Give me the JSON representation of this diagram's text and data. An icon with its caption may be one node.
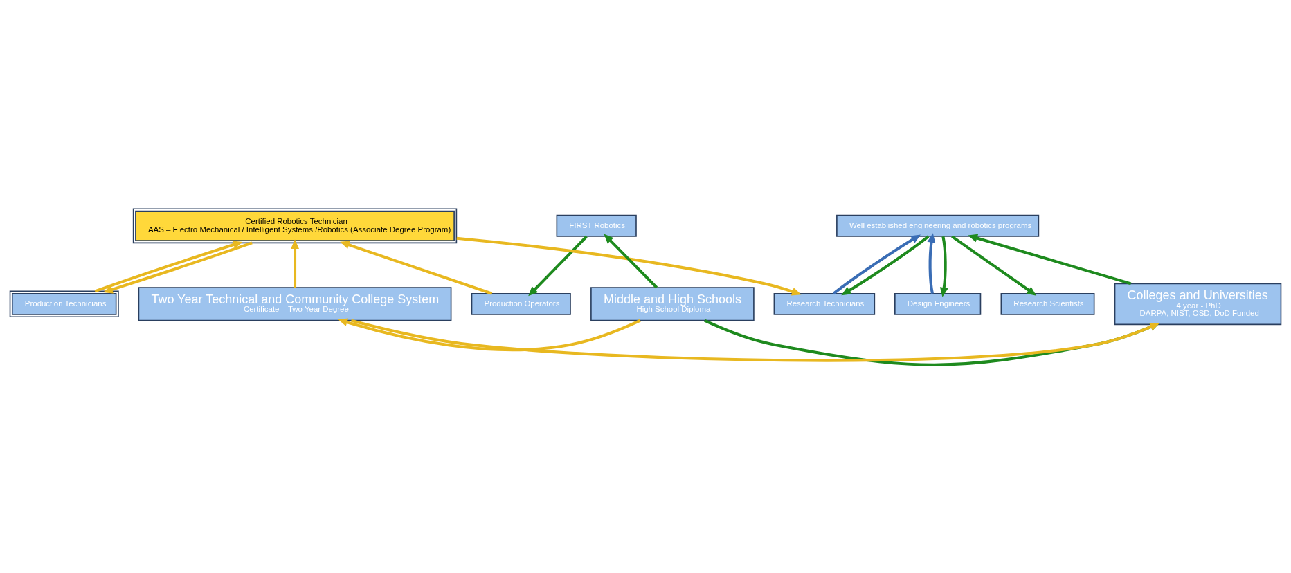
{
  "diagram": {
    "nodes": [
      {
        "text": [
          "Production Operators"
        ]
      },
      {
        "text": [
          "Production Technicians"
        ]
      },
      {
        "text": [
          "Research Technicians"
        ]
      },
      {
        "text": [
          "Design Engineers"
        ]
      },
      {
        "text": [
          "Research Scientists"
        ]
      },
      {
        "text": [
          "FIRST Robotics"
        ]
      },
      {
        "text": [
          "Certified Robotics Technician",
          "AAS – Electro Mechanical / Intelligent Systems /Robotics (Associate Degree Program)"
        ]
      },
      {
        "text": [
          "Well established engineering and robotics programs"
        ]
      },
      {
        "text": [
          "Middle and High Schools",
          "High School Diploma"
        ]
      },
      {
        "text": [
          "Two Year Technical and Community College System",
          "Certificate – Two Year Degree"
        ]
      },
      {
        "text": [
          "Colleges and Universities",
          "4 year - PhD",
          "DARPA, NIST, OSD, DoD Funded"
        ]
      }
    ],
    "edges": [
      {
        "from": 5,
        "to": 0,
        "arrow": "to",
        "color": "#1e8a1e"
      },
      {
        "from": 0,
        "to": 6,
        "arrow": "to",
        "color": "#e8b820"
      },
      {
        "from": 6,
        "to": 1,
        "arrow": "to",
        "color": "#e8b820"
      },
      {
        "from": 1,
        "to": 6,
        "arrow": "to",
        "color": "#e8b820"
      },
      {
        "from": 6,
        "to": 2,
        "arrow": "to",
        "color": "#e8b820"
      },
      {
        "from": 2,
        "to": 7,
        "arrow": "to",
        "color": "#3a6db5"
      },
      {
        "from": 7,
        "to": 2,
        "arrow": "to",
        "color": "#1e8a1e"
      },
      {
        "from": 3,
        "to": 7,
        "arrow": "to",
        "color": "#3a6db5"
      },
      {
        "from": 7,
        "to": 3,
        "arrow": "to",
        "color": "#1e8a1e"
      },
      {
        "from": 7,
        "to": 4,
        "arrow": "to",
        "color": "#1e8a1e"
      },
      {
        "from": 8,
        "to": 5,
        "arrow": "to",
        "color": "#1e8a1e"
      },
      {
        "from": 9,
        "to": 6,
        "arrow": "to",
        "color": "#e8b820"
      },
      {
        "from": 10,
        "to": 7,
        "arrow": "to",
        "color": "#1e8a1e"
      },
      {
        "from": 8,
        "to": 9,
        "arrow": "to",
        "color": "#e8b820"
      },
      {
        "from": 9,
        "to": 10,
        "arrow": "to",
        "color": "#e8b820"
      },
      {
        "from": 8,
        "to": 10,
        "arrow": "to",
        "color": "#1e8a1e"
      }
    ]
  }
}
